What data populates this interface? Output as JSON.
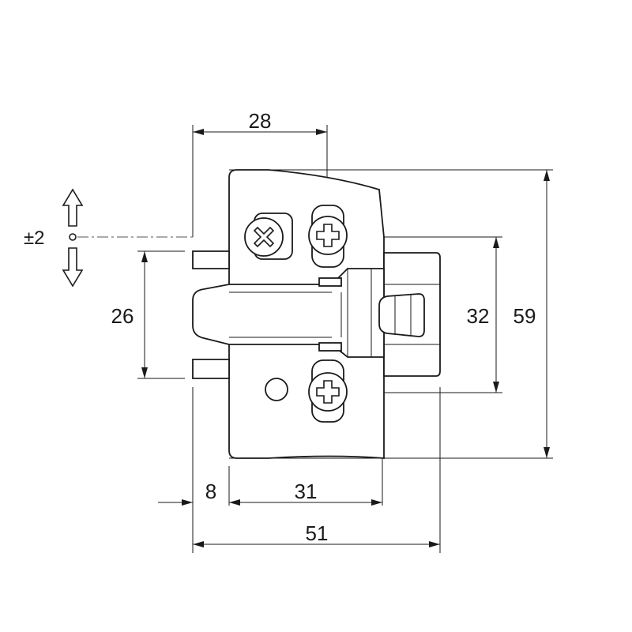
{
  "drawing": {
    "dimensions": {
      "adjust": "±2",
      "top_width": "28",
      "slot_height": "26",
      "screw_spacing": "32",
      "overall_height": "59",
      "left_offset": "8",
      "mid_width": "31",
      "overall_width": "51"
    }
  }
}
